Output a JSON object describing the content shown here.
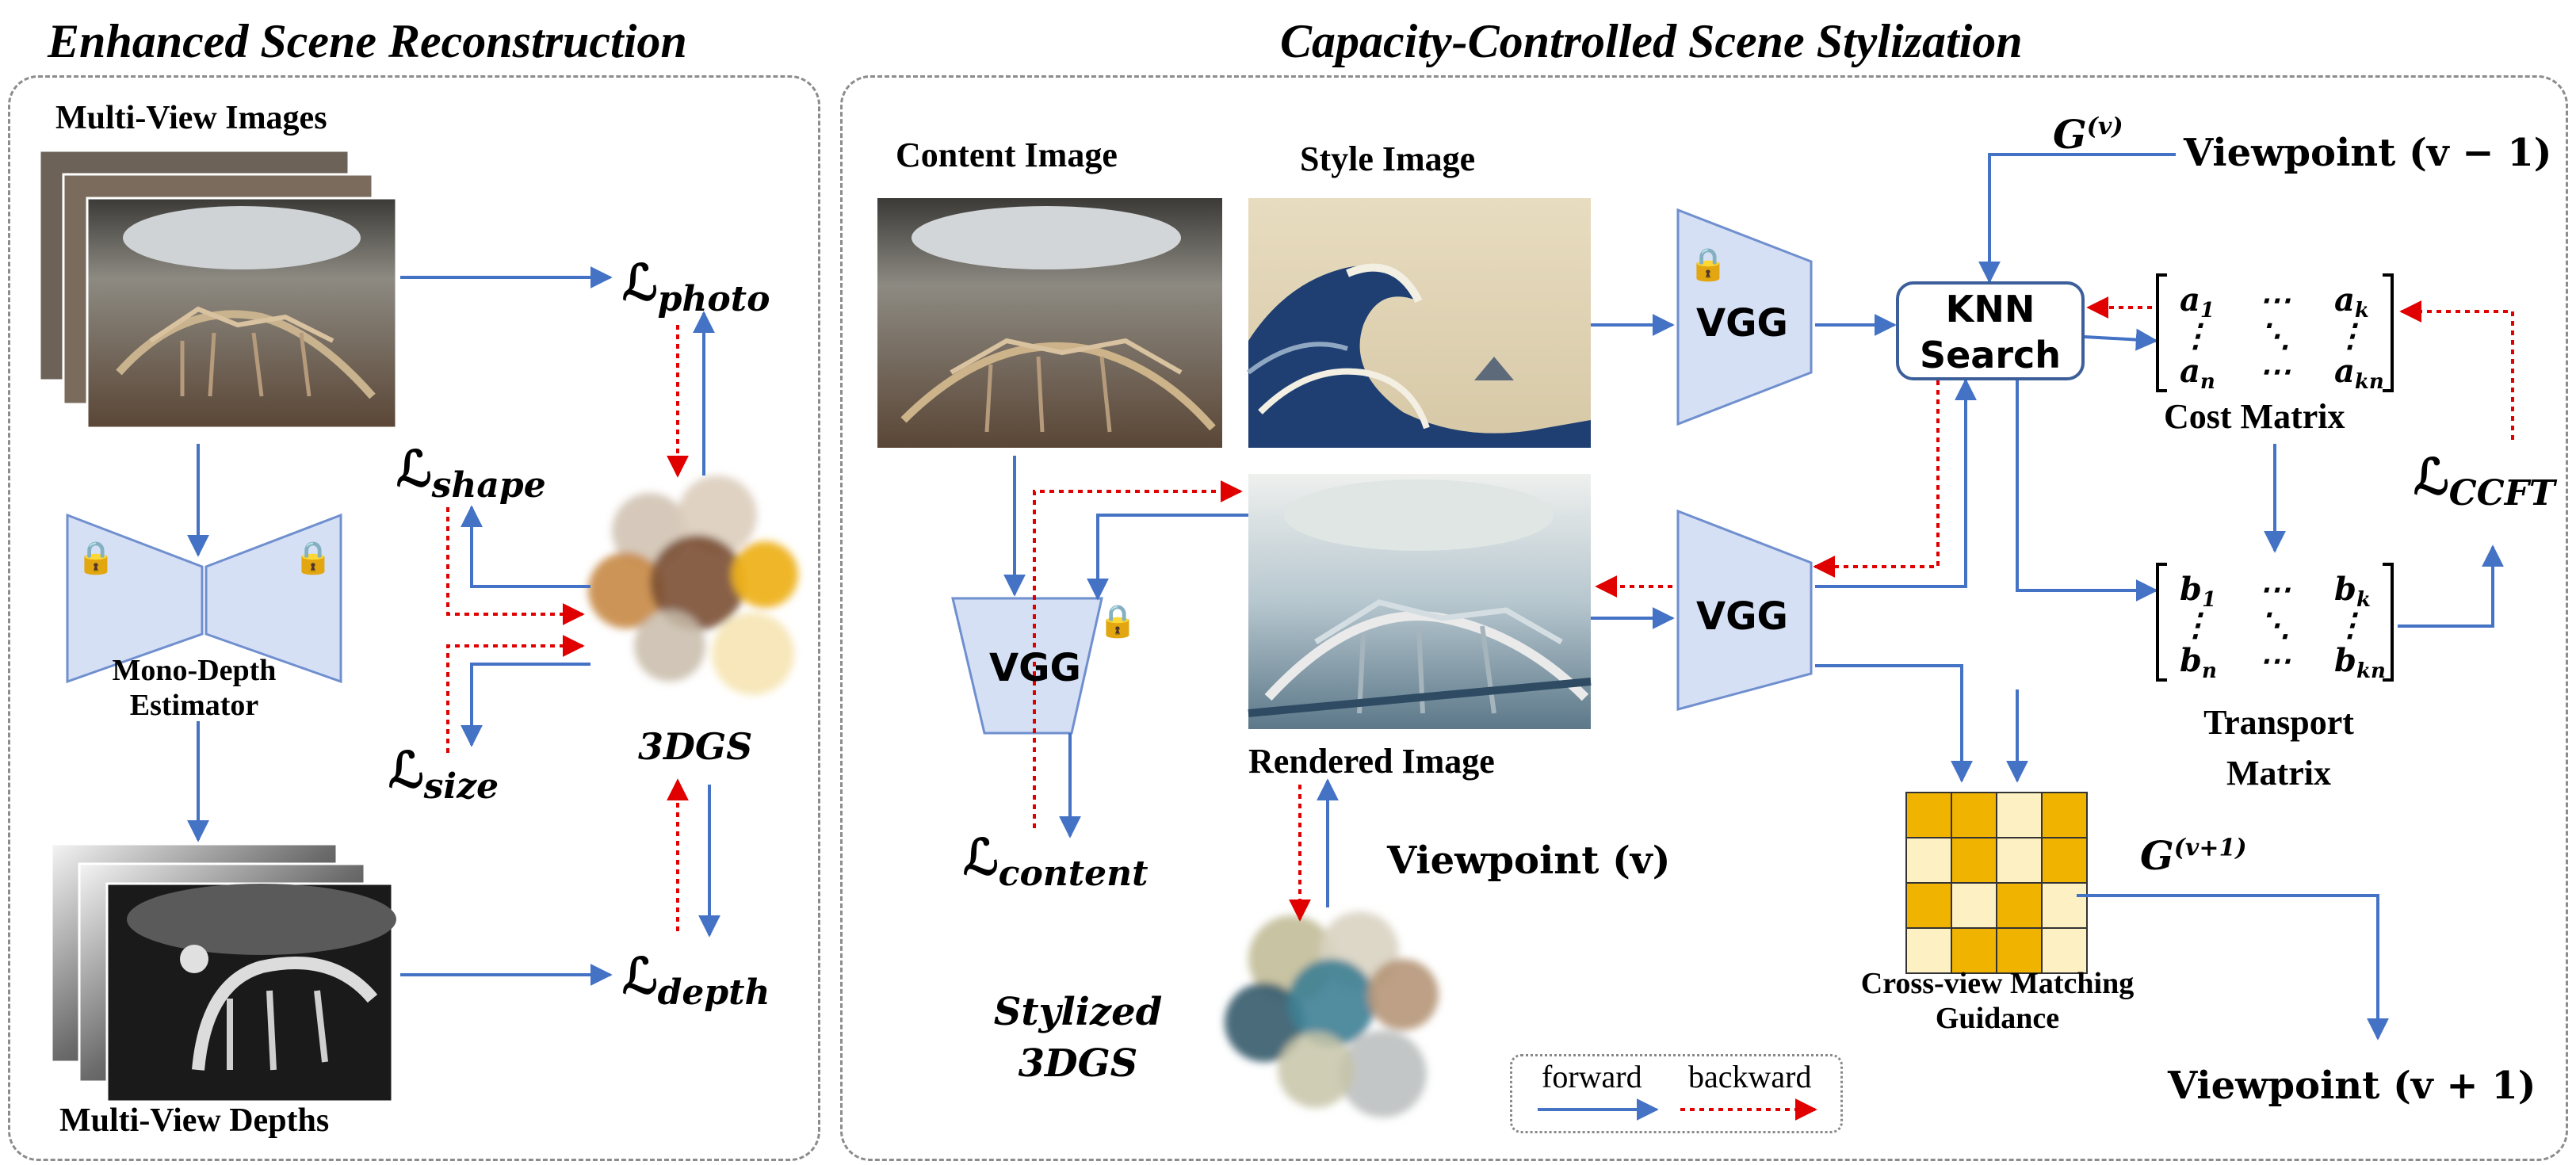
{
  "panels": {
    "left_title": "Enhanced Scene Reconstruction",
    "right_title": "Capacity-Controlled Scene Stylization"
  },
  "left": {
    "multiview_images": "Multi-View Images",
    "mono_depth_line1": "Mono-Depth",
    "mono_depth_line2": "Estimator",
    "multiview_depths": "Multi-View Depths",
    "gs_label": "3DGS",
    "loss_symbol": "ℒ",
    "loss_photo": "photo",
    "loss_shape": "shape",
    "loss_size": "size",
    "loss_depth": "depth"
  },
  "right": {
    "content_image": "Content Image",
    "style_image": "Style Image",
    "rendered_image": "Rendered Image",
    "vgg": "VGG",
    "knn_line1": "KNN",
    "knn_line2": "Search",
    "cost_matrix": "Cost Matrix",
    "transport_line1": "Transport",
    "transport_line2": "Matrix",
    "cross_view_line1": "Cross-view Matching",
    "cross_view_line2": "Guidance",
    "stylized_line1": "Stylized",
    "stylized_line2": "3DGS",
    "loss_content": "content",
    "loss_ccft": "CCFT",
    "g_v": "G",
    "g_v_sup": "(v)",
    "g_v1_sup": "(v+1)",
    "viewpoint_prev": "Viewpoint (v − 1)",
    "viewpoint_cur": "Viewpoint (v)",
    "viewpoint_next": "Viewpoint (v + 1)",
    "cost_cells": [
      "a",
      "⋯",
      "a",
      "⋮",
      "⋱",
      "⋮",
      "a",
      "⋯",
      "a"
    ],
    "cost_subs": [
      "1",
      "",
      "k",
      "",
      "",
      "",
      "n",
      "",
      "kn"
    ],
    "transport_cells": [
      "b",
      "⋯",
      "b",
      "⋮",
      "⋱",
      "⋮",
      "b",
      "⋯",
      "b"
    ],
    "transport_subs": [
      "1",
      "",
      "k",
      "",
      "",
      "",
      "n",
      "",
      "kn"
    ]
  },
  "legend": {
    "forward": "forward",
    "backward": "backward"
  },
  "colors": {
    "forward_arrow": "#4472c4",
    "backward_arrow": "#e00000",
    "vgg_fill": "#d6e0f5",
    "vgg_stroke": "#6f8fcf",
    "grid_gold": "#f0b400",
    "grid_light": "#fdf1c4"
  },
  "icons": [
    "lock-icon",
    "arrow-icon"
  ]
}
